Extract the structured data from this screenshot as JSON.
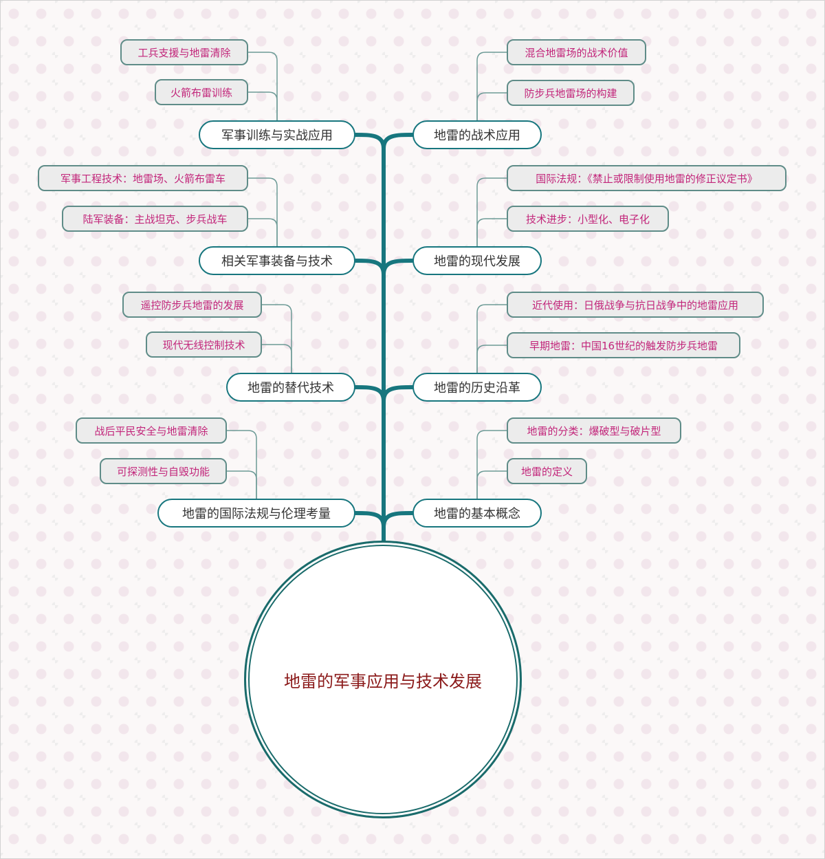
{
  "root": {
    "label": "地雷的军事应用与技术发展"
  },
  "colors": {
    "trunk": "#17767e",
    "connector": "#6c9a96",
    "main_border": "#17767e",
    "sub_border": "#5f8c88",
    "sub_text": "#c2257a",
    "root_text": "#8b1a1a"
  },
  "left": [
    {
      "label": "军事训练与实战应用",
      "children": [
        {
          "label": "工兵支援与地雷清除"
        },
        {
          "label": "火箭布雷训练"
        }
      ]
    },
    {
      "label": "相关军事装备与技术",
      "children": [
        {
          "label": "军事工程技术：地雷场、火箭布雷车"
        },
        {
          "label": "陆军装备：主战坦克、步兵战车"
        }
      ]
    },
    {
      "label": "地雷的替代技术",
      "children": [
        {
          "label": "遥控防步兵地雷的发展"
        },
        {
          "label": "现代无线控制技术"
        }
      ]
    },
    {
      "label": "地雷的国际法规与伦理考量",
      "children": [
        {
          "label": "战后平民安全与地雷清除"
        },
        {
          "label": "可探测性与自毁功能"
        }
      ]
    }
  ],
  "right": [
    {
      "label": "地雷的战术应用",
      "children": [
        {
          "label": "混合地雷场的战术价值"
        },
        {
          "label": "防步兵地雷场的构建"
        }
      ]
    },
    {
      "label": "地雷的现代发展",
      "children": [
        {
          "label": "国际法规：《禁止或限制使用地雷的修正议定书》"
        },
        {
          "label": "技术进步：小型化、电子化"
        }
      ]
    },
    {
      "label": "地雷的历史沿革",
      "children": [
        {
          "label": "近代使用：日俄战争与抗日战争中的地雷应用"
        },
        {
          "label": "早期地雷：中国16世纪的触发防步兵地雷"
        }
      ]
    },
    {
      "label": "地雷的基本概念",
      "children": [
        {
          "label": "地雷的分类：爆破型与破片型"
        },
        {
          "label": "地雷的定义"
        }
      ]
    }
  ]
}
